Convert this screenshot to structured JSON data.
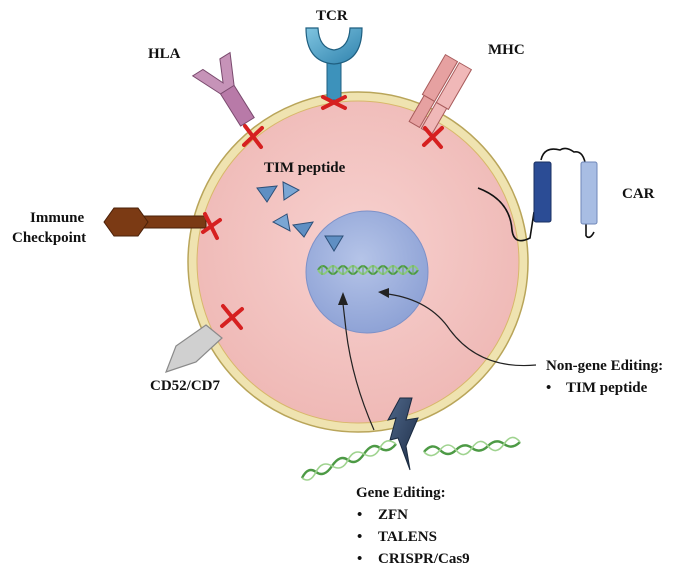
{
  "labels": {
    "hla": "HLA",
    "tcr": "TCR",
    "mhc": "MHC",
    "car": "CAR",
    "immune_checkpoint_line1": "Immune",
    "immune_checkpoint_line2": "Checkpoint",
    "cd52_cd7": "CD52/CD7",
    "tim_peptide": "TIM peptide"
  },
  "non_gene_editing": {
    "title": "Non-gene Editing:",
    "items": [
      "TIM peptide"
    ]
  },
  "gene_editing": {
    "title": "Gene Editing:",
    "items": [
      "ZFN",
      "TALENS",
      "CRISPR/Cas9"
    ]
  },
  "colors": {
    "cytoplasm": "#f2c3c1",
    "membrane": "#efe3b0",
    "nucleus": "#9fb1de",
    "knockout_mark": "#d62020",
    "tcr": "#4ba3c8",
    "hla": "#b87aa8",
    "mhc": "#e6a1a1",
    "checkpoint": "#7b3a14",
    "cd52_cd7": "#d0d0d0",
    "car_dark": "#2b4c95",
    "car_light": "#a8bde3",
    "peptide": "#5f8fc3",
    "dna": "#5aa84f"
  }
}
